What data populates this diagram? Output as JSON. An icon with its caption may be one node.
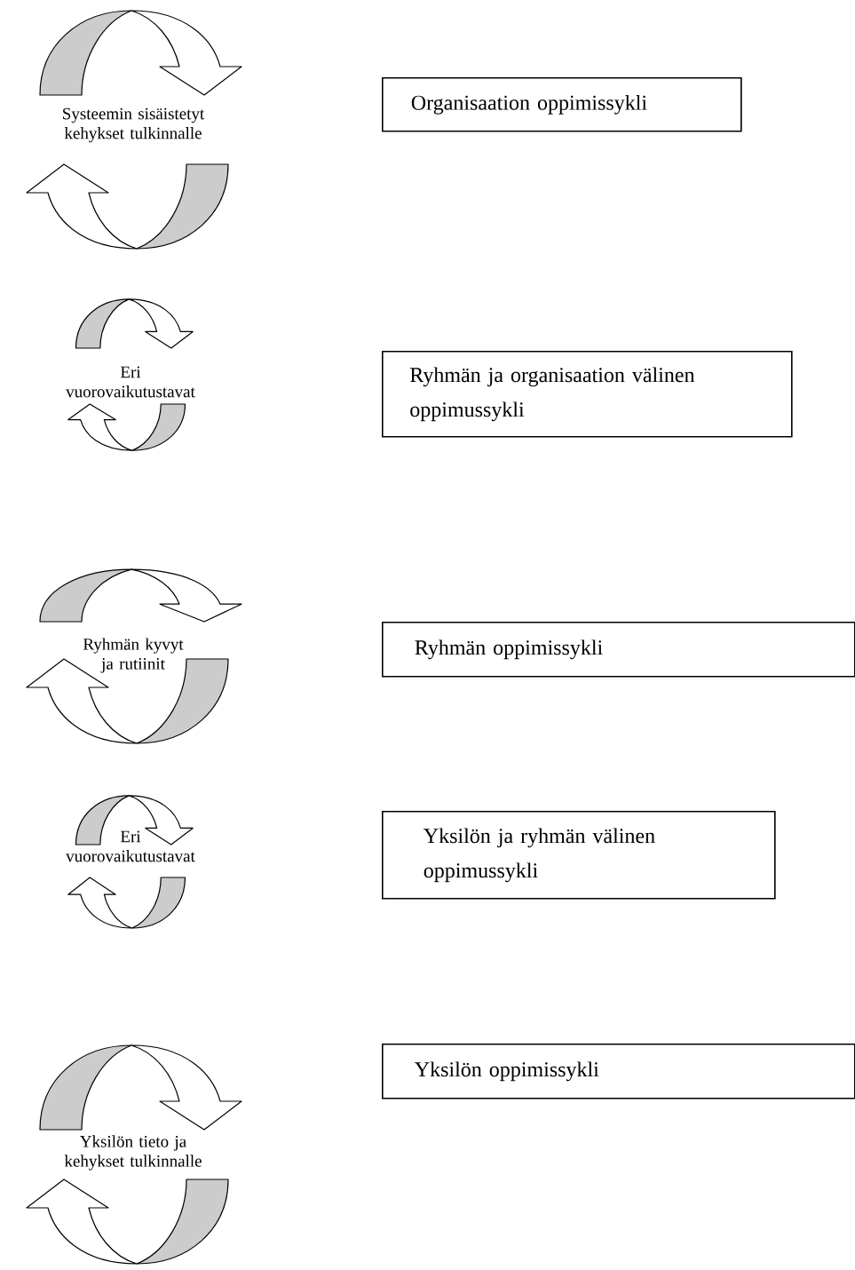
{
  "diagram": {
    "nodes": [
      {
        "text": [
          "Organisaation oppimissykli"
        ]
      },
      {
        "text": [
          "Ryhmän ja organisaation välinen oppimussykli"
        ]
      },
      {
        "text": [
          "Ryhmän oppimissykli"
        ]
      },
      {
        "text": [
          "Yksilön ja ryhmän välinen oppimussykli"
        ]
      },
      {
        "text": [
          "Yksilön oppimissykli"
        ]
      }
    ],
    "labels": [
      "Systeemin sisäistetyt kehykset tulkinnalle",
      "Eri vuorovaikutustavat",
      "Ryhmän kyvyt ja rutiinit",
      "Eri vuorovaikutustavat",
      "Yksilön tieto ja kehykset tulkinnalle"
    ]
  }
}
